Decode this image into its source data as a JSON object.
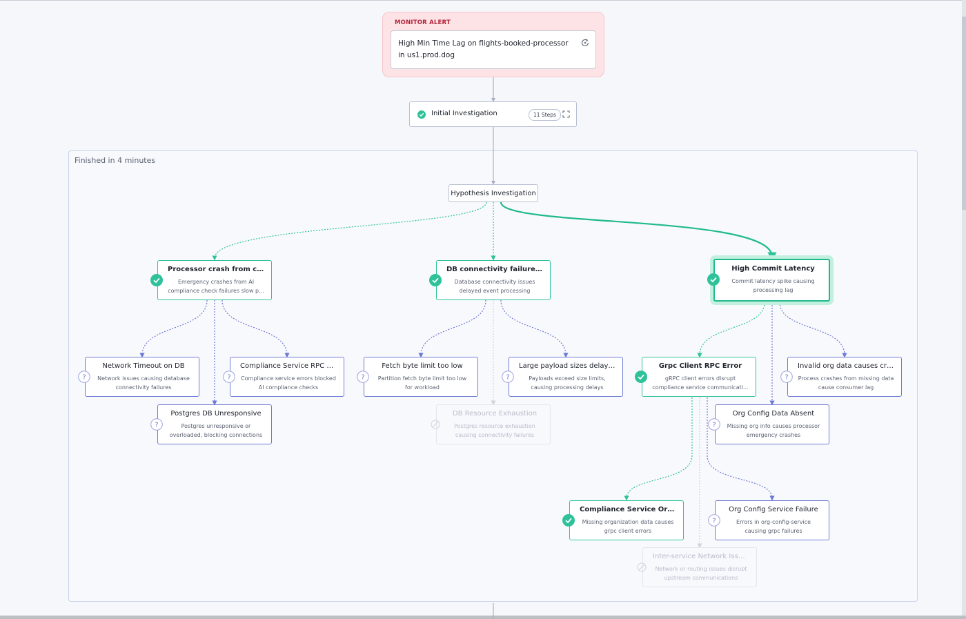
{
  "colors": {
    "confirmed": "#2fc29a",
    "unconfirmed": "#6d7ad3",
    "ruled_out": "#c9cdd8",
    "alert_bg": "#fde3e6",
    "alert_text": "#b4243a"
  },
  "alert": {
    "label": "MONITOR ALERT",
    "text": "High Min Time Lag on flights-booked-processor in us1.prod.dog",
    "icon": "refresh-icon"
  },
  "initial_investigation": {
    "label": "Initial Investigation",
    "steps": "11 Steps",
    "status": "confirmed",
    "icon": "expand-icon"
  },
  "group": {
    "label": "Finished in 4 minutes"
  },
  "hypothesis_root": {
    "label": "Hypothesis Investigation"
  },
  "nodes": {
    "processor_crash": {
      "title": "Processor crash from com...",
      "desc": "Emergency crashes from AI compliance check failures slow p...",
      "status": "confirmed"
    },
    "db_connectivity": {
      "title": "DB connectivity failure ca...",
      "desc": "Database connectivity issues delayed event processing",
      "status": "confirmed"
    },
    "high_commit": {
      "title": "High Commit Latency",
      "desc": "Commit latency spike causing processing lag",
      "status": "confirmed"
    },
    "network_timeout": {
      "title": "Network Timeout on DB",
      "desc": "Network issues causing database connectivity failures",
      "status": "unconfirmed"
    },
    "compliance_rpc": {
      "title": "Compliance Service RPC Fai...",
      "desc": "Compliance service errors blocked AI compliance checks",
      "status": "unconfirmed"
    },
    "postgres": {
      "title": "Postgres DB Unresponsive",
      "desc": "Postgres unresponsive or overloaded, blocking connections",
      "status": "unconfirmed"
    },
    "fetch_byte": {
      "title": "Fetch byte limit too low",
      "desc": "Partition fetch byte limit too low for workload",
      "status": "unconfirmed"
    },
    "large_payload": {
      "title": "Large payload sizes delay c...",
      "desc": "Payloads exceed size limits, causing processing delays",
      "status": "unconfirmed"
    },
    "db_resource": {
      "title": "DB Resource Exhaustion",
      "desc": "Postgres resource exhaustion causing connectivity failures",
      "status": "ruled_out"
    },
    "grpc_client": {
      "title": "Grpc Client RPC Error",
      "desc": "gRPC client errors disrupt compliance service communicati...",
      "status": "confirmed"
    },
    "invalid_org": {
      "title": "Invalid org data causes cras...",
      "desc": "Process crashes from missing data cause consumer lag",
      "status": "unconfirmed"
    },
    "org_config_absent": {
      "title": "Org Config Data Absent",
      "desc": "Missing org info causes processor emergency crashes",
      "status": "unconfirmed"
    },
    "compliance_org": {
      "title": "Compliance Service Org D...",
      "desc": "Missing organization data causes grpc client errors",
      "status": "confirmed"
    },
    "org_config_failure": {
      "title": "Org Config Service Failure",
      "desc": "Errors in org-config-service causing grpc failures",
      "status": "unconfirmed"
    },
    "inter_service": {
      "title": "Inter-service Network Issues",
      "desc": "Network or routing issues disrupt upstream communications",
      "status": "ruled_out"
    }
  }
}
